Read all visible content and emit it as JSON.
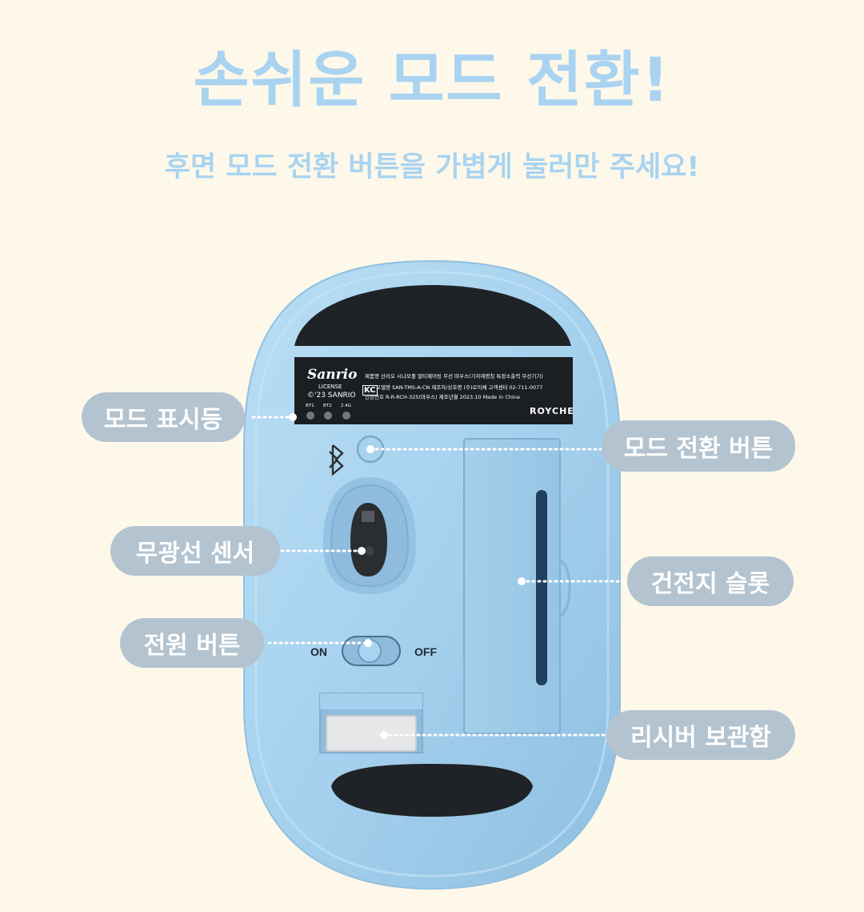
{
  "header": {
    "title": "손쉬운 모드 전환!",
    "subtitle": "후면 모드 전환 버튼을 가볍게 눌러만 주세요!"
  },
  "labels": {
    "mode_indicator": "모드 표시등",
    "mode_switch_button": "모드 전환 버튼",
    "sensor": "무광선 센서",
    "battery_slot": "건전지 슬롯",
    "power_button": "전원 버튼",
    "receiver_storage": "리시버 보관함"
  },
  "sticker": {
    "brand": "Sanrio",
    "license": "LICENSE",
    "copyright": "©'23 SANRIO",
    "line1": "제품명 산리오 시나모롤 멀티페어링 무선 마우스(기자재명칭 특정소출력 무선기기)",
    "line2": "모델명 SAN-TMS-A-CN 제조자/상호명 (주)로이체 고객센터 02-711-0077",
    "line3": "인증번호 R-R-RCH-325(마우스) 제조년월 2023.10 Made in China",
    "kc": "KC",
    "manufacturer": "ROYCHE",
    "led_labels": [
      "BT1",
      "BT2",
      "2.4G"
    ]
  },
  "switch": {
    "on": "ON",
    "off": "OFF"
  },
  "colors": {
    "background": "#fdf8ea",
    "accent": "#a9d3f0",
    "label_pill": "#b3c3cf",
    "mouse_body": "#a9d4ef"
  }
}
